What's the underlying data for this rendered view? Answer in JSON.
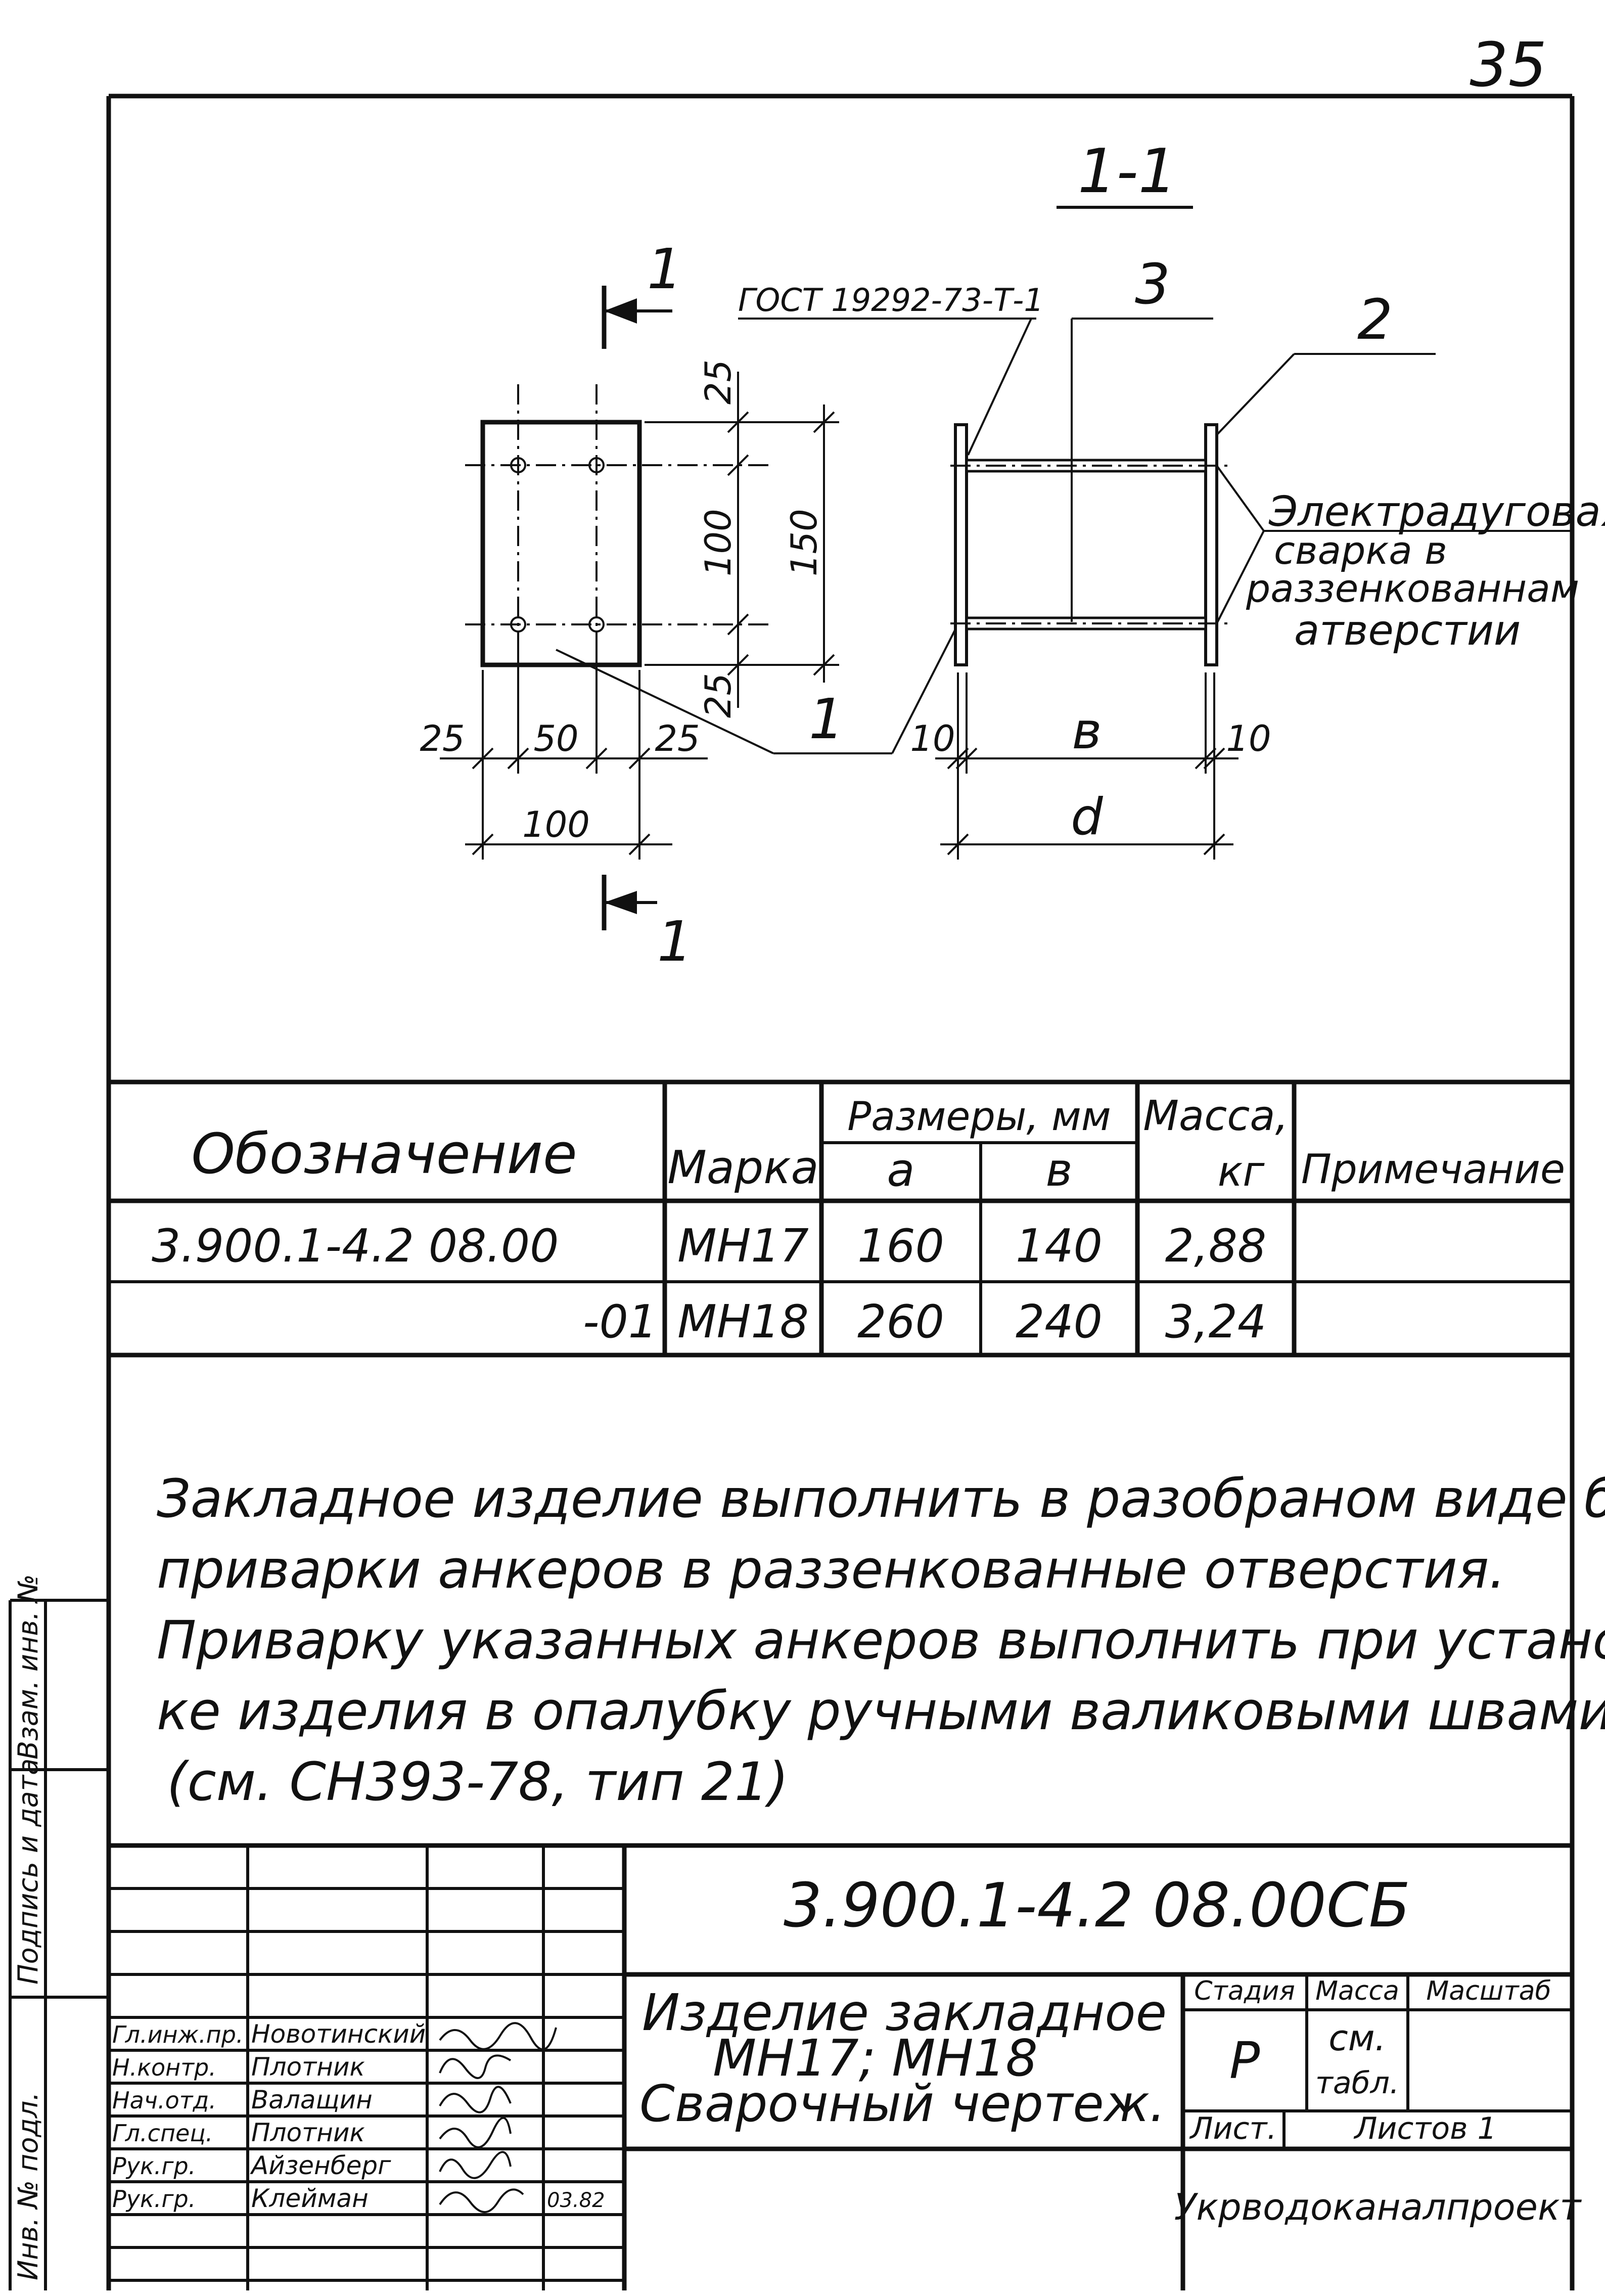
{
  "page_number": "35",
  "section": {
    "title": "1-1",
    "cut_label_top": "1",
    "cut_label_bottom": "1",
    "gost": "ГОСТ 19292-73-Т-1",
    "callout_1": "1",
    "callout_2": "2",
    "callout_3": "3",
    "weld_note": [
      "Электрадуговая",
      "сварка в",
      "раззенкованнам",
      "атверстии"
    ]
  },
  "dimensions": {
    "top_25": "25",
    "mid_100": "100",
    "full_150": "150",
    "bottom_25": "25",
    "left_25": "25",
    "mid_50": "50",
    "right_25": "25",
    "width_100": "100",
    "left_10": "10",
    "inner_b": "в",
    "right_10": "10",
    "total_d": "d"
  },
  "spec_table": {
    "headers": {
      "designation": "Обозначение",
      "mark": "Марка",
      "sizes": "Размеры, мм",
      "size_a": "a",
      "size_b": "в",
      "mass": "Масса,",
      "mass_unit": "кг",
      "note": "Примечание"
    },
    "rows": [
      {
        "designation": "3.900.1-4.2 08.00",
        "mark": "МН17",
        "a": "160",
        "b": "140",
        "mass": "2,88",
        "note": ""
      },
      {
        "designation": "-01",
        "mark": "МН18",
        "a": "260",
        "b": "240",
        "mass": "3,24",
        "note": ""
      }
    ]
  },
  "notes": [
    "Закладное изделие выполнить в разобраном виде без",
    "приварки анкеров в раззенкованные отверстия.",
    "Приварку указанных анкеров выполнить при установ-",
    "ке изделия в опалубку ручными валиковыми швами",
    "(см. СН393-78, тип 21)"
  ],
  "side_stamp": {
    "col1": "Инв. № подл.",
    "col2": "Подпись и дата",
    "col3": "Взам. инв. №"
  },
  "title_block": {
    "doc_code": "3.900.1-4.2 08.00СБ",
    "name_line1": "Изделие закладное",
    "name_line2": "МН17; МН18",
    "name_line3": "Сварочный чертеж.",
    "stage_label": "Стадия",
    "stage_value": "Р",
    "mass_label": "Масса",
    "mass_value_1": "см.",
    "mass_value_2": "табл.",
    "scale_label": "Масштаб",
    "sheet_label": "Лист.",
    "sheets_label": "Листов 1",
    "organization": "Укрводоканалпроект",
    "staff": [
      {
        "role": "Гл.инж.пр.",
        "name": "Новотинский"
      },
      {
        "role": "Н.контр.",
        "name": "Плотник"
      },
      {
        "role": "Нач.отд.",
        "name": "Валащин"
      },
      {
        "role": "Гл.спец.",
        "name": "Плотник"
      },
      {
        "role": "Рук.гр.",
        "name": "Айзенберг"
      },
      {
        "role": "Рук.гр.",
        "name": "Клейман"
      }
    ],
    "date_small": "03.82"
  }
}
